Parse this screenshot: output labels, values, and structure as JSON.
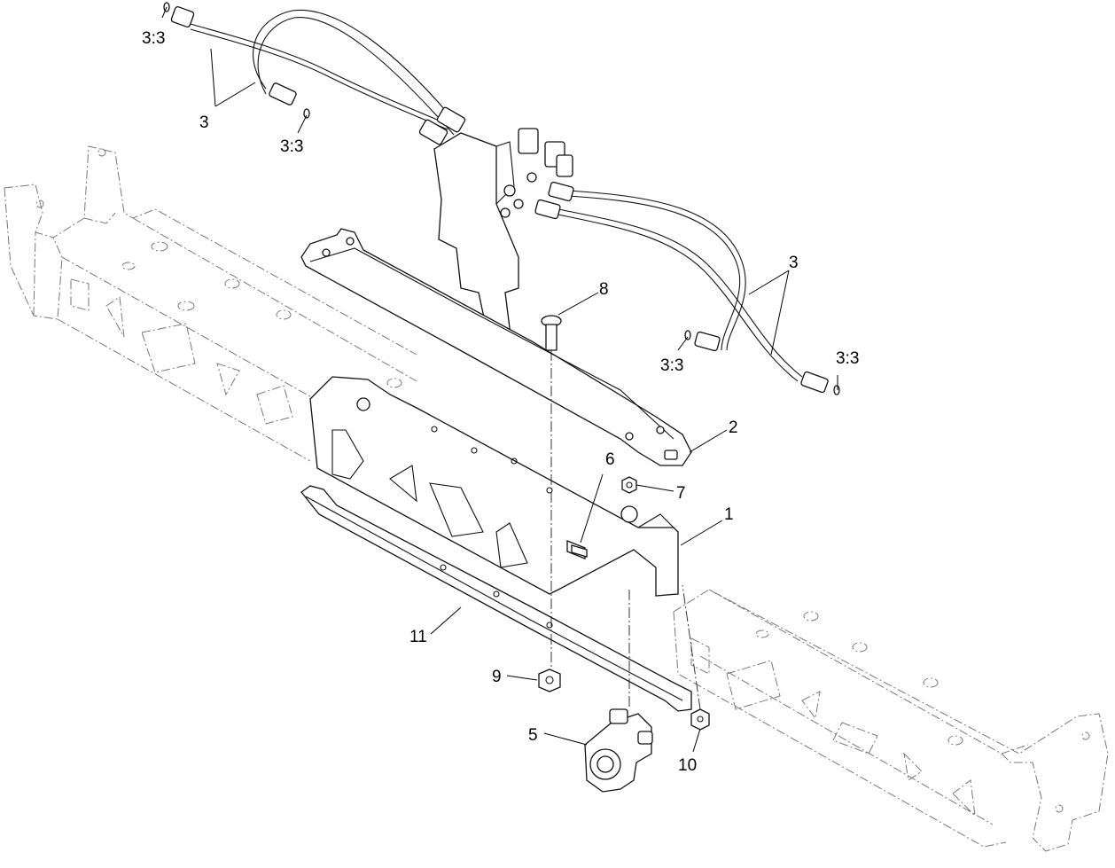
{
  "callouts": {
    "c1": "1",
    "c2": "2",
    "c3a": "3",
    "c3b": "3",
    "c33a": "3:3",
    "c33b": "3:3",
    "c33c": "3:3",
    "c33d": "3:3",
    "c5": "5",
    "c6": "6",
    "c7": "7",
    "c8": "8",
    "c9": "9",
    "c10": "10",
    "c11": "11"
  }
}
